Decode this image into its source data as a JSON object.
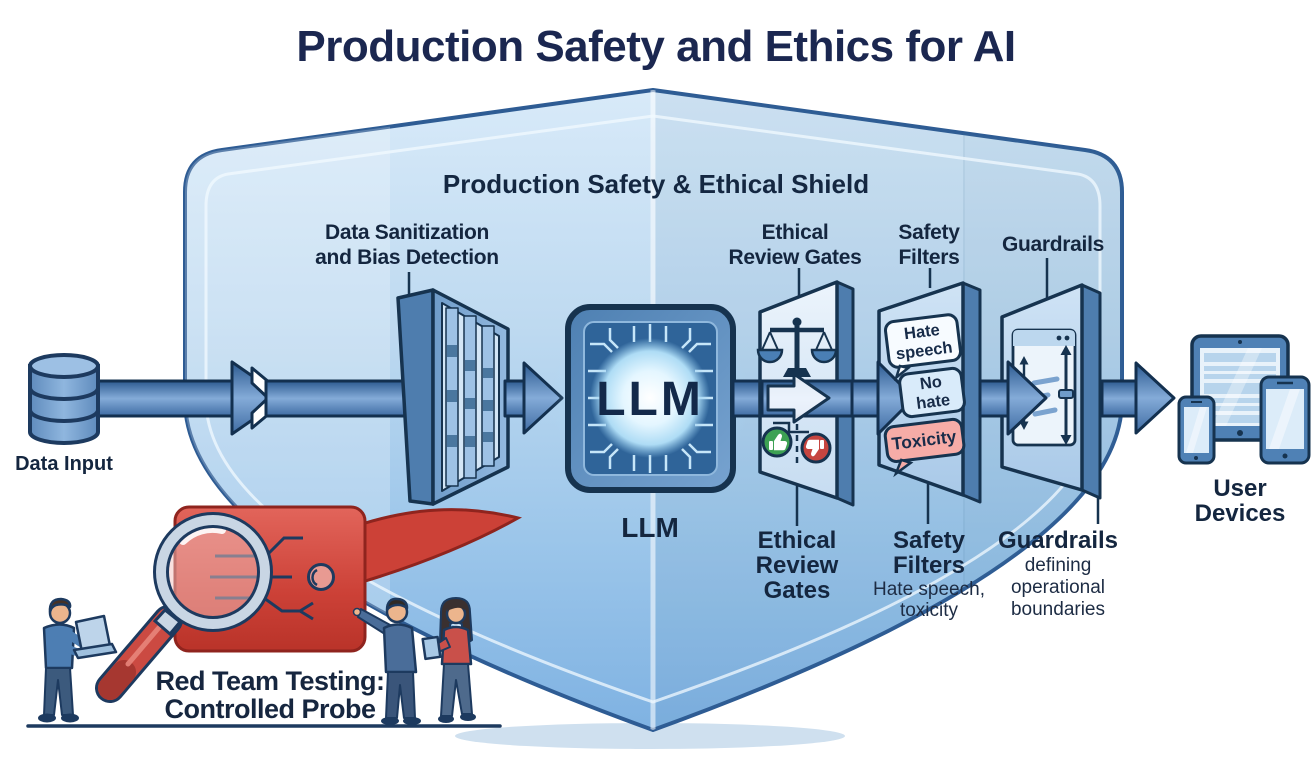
{
  "title": "Production Safety and Ethics for AI",
  "shield": {
    "label": "Production Safety & Ethical Shield"
  },
  "stages": {
    "data_input": {
      "label": "Data Input",
      "icon": "database-icon"
    },
    "sanitization": {
      "label_lines": [
        "Data Sanitization",
        "and Bias Detection"
      ],
      "icon": "server-rack-icon"
    },
    "llm": {
      "chip_text": "LLM",
      "caption": "LLM",
      "icon": "ai-chip-icon"
    },
    "ethical_gates": {
      "top_label_lines": [
        "Ethical",
        "Review Gates"
      ],
      "bottom_label_lines": [
        "Ethical",
        "Review",
        "Gates"
      ],
      "icons": [
        "balance-scale-icon",
        "thumbs-up-icon",
        "thumbs-down-icon"
      ]
    },
    "safety_filters": {
      "top_label_lines": [
        "Safety",
        "Filters"
      ],
      "bottom_label_lines": [
        "Safety",
        "Filters"
      ],
      "bottom_sub_lines": [
        "Hate speech,",
        "toxicity"
      ],
      "bubbles": {
        "hate_speech_lines": [
          "Hate",
          "speech"
        ],
        "no_hate_lines": [
          "No",
          "hate"
        ],
        "toxicity": "Toxicity"
      }
    },
    "guardrails": {
      "top_label": "Guardrails",
      "bottom_label": "Guardrails",
      "bottom_sub_lines": [
        "defining",
        "operational",
        "boundaries"
      ],
      "icon": "window-bounds-icon"
    },
    "user_devices": {
      "label_lines": [
        "User",
        "Devices"
      ],
      "icon": "devices-icon"
    }
  },
  "red_team": {
    "label_lines": [
      "Red Team Testing:",
      "Controlled Probe"
    ],
    "icon": "magnifier-icon"
  },
  "colors": {
    "title_text": "#1b2750",
    "label_text": "#14263f",
    "shield_fill": "#b3d4ee",
    "shield_border": "#2e5c94",
    "arrow_fill": "#4a77ad",
    "red_callout": "#cc4137",
    "thumbs_up_green": "#3da153",
    "thumbs_down_red": "#c64540",
    "hate_speech_bubble": "#f7fbff",
    "no_hate_bubble": "#d9ebfa",
    "toxicity_bubble": "#f6aca7"
  }
}
